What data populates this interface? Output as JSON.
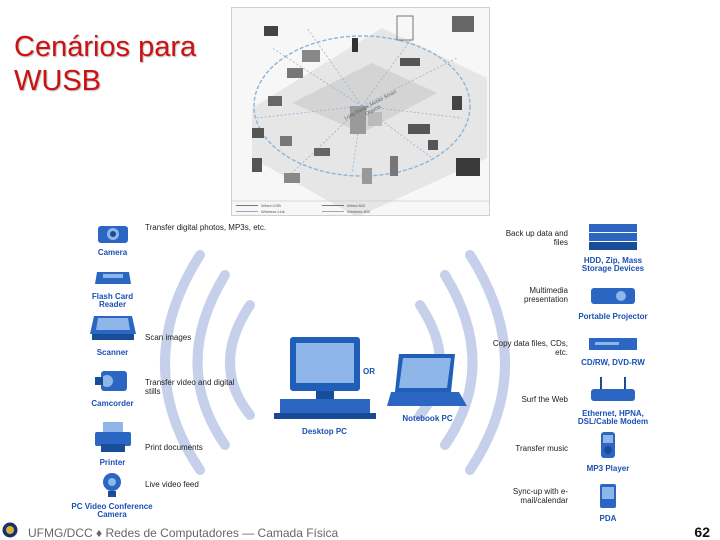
{
  "slide": {
    "title_line1": "Cenários para",
    "title_line2": "WUSB",
    "footer_text": "UFMG/DCC ♦ Redes de Computadores — Camada Física",
    "page_number": "62"
  },
  "top_diagram": {
    "center_label": "Long Range Mobile Smart Objects",
    "legend": [
      "Wired USB",
      "Wireless Link",
      "Wired 802",
      "Wireless 802"
    ]
  },
  "bottom_diagram": {
    "left_devices": [
      {
        "label": "Camera",
        "icon": "camera-icon",
        "activity": "Transfer digital photos, MP3s, etc."
      },
      {
        "label": "Flash Card Reader",
        "icon": "flash-card-reader-icon",
        "activity": ""
      },
      {
        "label": "Scanner",
        "icon": "scanner-icon",
        "activity": "Scan images"
      },
      {
        "label": "Camcorder",
        "icon": "camcorder-icon",
        "activity": "Transfer video and digital stills"
      },
      {
        "label": "Printer",
        "icon": "printer-icon",
        "activity": "Print documents"
      },
      {
        "label": "PC Video Conference Camera",
        "icon": "webcam-icon",
        "activity": "Live video feed"
      }
    ],
    "right_devices": [
      {
        "label": "HDD, Zip, Mass Storage Devices",
        "icon": "hard-disk-icon",
        "activity": "Back up data and files"
      },
      {
        "label": "Portable Projector",
        "icon": "projector-icon",
        "activity": "Multimedia presentation"
      },
      {
        "label": "CD/RW, DVD-RW",
        "icon": "optical-drive-icon",
        "activity": "Copy data files, CDs, etc."
      },
      {
        "label": "Ethernet, HPNA, DSL/Cable Modem",
        "icon": "router-icon",
        "activity": "Surf the Web"
      },
      {
        "label": "MP3 Player",
        "icon": "mp3-player-icon",
        "activity": "Transfer music"
      },
      {
        "label": "PDA",
        "icon": "pda-icon",
        "activity": "Sync-up with e-mail/calendar"
      }
    ],
    "desktop_label": "Desktop PC",
    "notebook_label": "Notebook PC",
    "or_label": "OR"
  }
}
